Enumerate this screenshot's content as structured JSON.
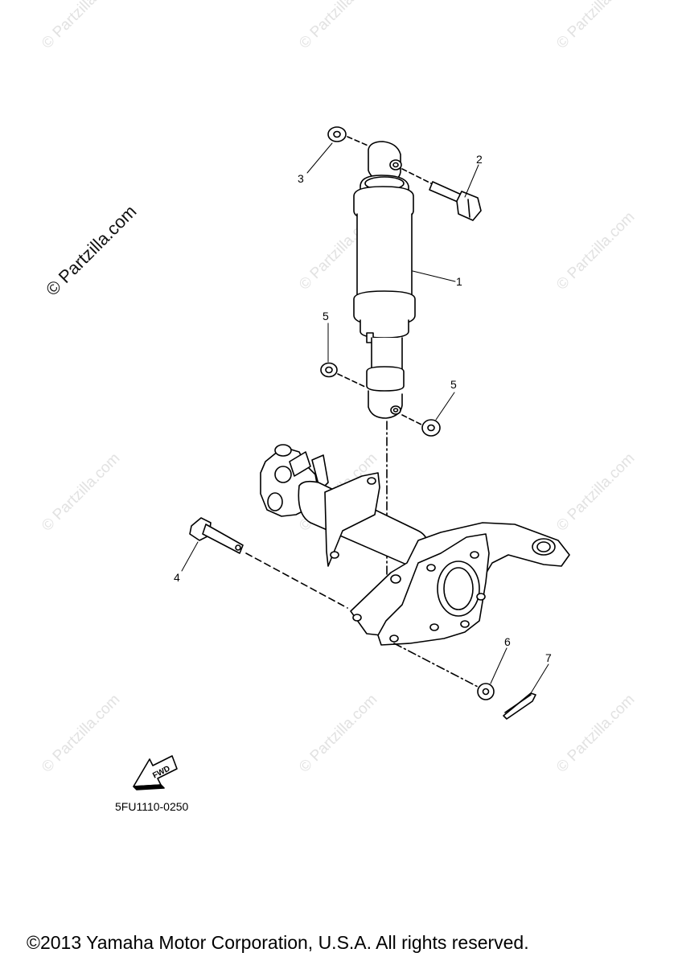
{
  "watermark": {
    "main": "© Partzilla.com",
    "repeat": "© Partzilla.com"
  },
  "callouts": [
    "1",
    "2",
    "3",
    "4",
    "5",
    "5",
    "6",
    "7"
  ],
  "fwd_label": "FWD",
  "diagram_code": "5FU1110-0250",
  "copyright": "©2013 Yamaha Motor Corporation, U.S.A. All rights reserved."
}
